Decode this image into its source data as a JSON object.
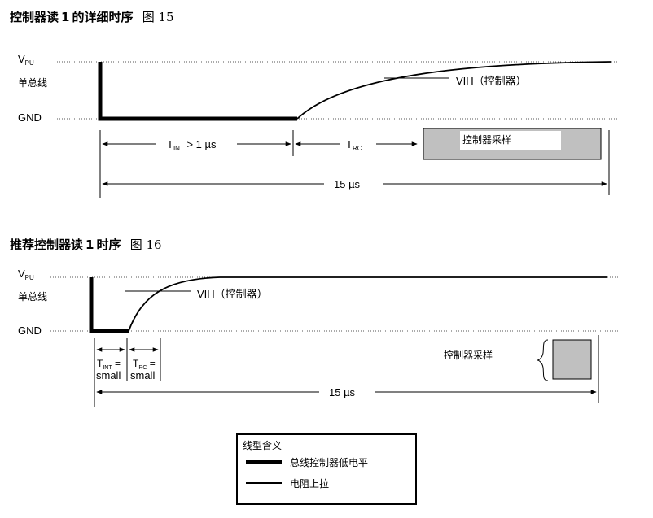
{
  "figure1": {
    "title_prefix": "控制器读",
    "title_num": "1",
    "title_suffix": "的详细时序",
    "figure_label": "图",
    "figure_num": "15",
    "vpu_label": "V",
    "vpu_sub": "PU",
    "bus_label": "单总线",
    "gnd_label": "GND",
    "vih_label": "VIH（控制器）",
    "tint_label": "T",
    "tint_sub": "INT",
    "tint_cond": " > 1 µs",
    "trc_label": "T",
    "trc_sub": "RC",
    "sample_label": "控制器采样",
    "total_label": "15 µs"
  },
  "figure2": {
    "title_prefix": "推荐控制器读",
    "title_num": "1",
    "title_suffix": "时序",
    "figure_label": "图",
    "figure_num": "16",
    "vpu_label": "V",
    "vpu_sub": "PU",
    "bus_label": "单总线",
    "gnd_label": "GND",
    "vih_label": "VIH（控制器）",
    "tint_label": "T",
    "tint_sub": "INT",
    "tint_eq": " =",
    "tint_val": "small",
    "trc_label": "T",
    "trc_sub": "RC",
    "trc_eq": " =",
    "trc_val": "small",
    "sample_label": "控制器采样",
    "total_label": "15 µs"
  },
  "legend": {
    "title": "线型含义",
    "items": [
      {
        "label": "总线控制器低电平",
        "style": "thick"
      },
      {
        "label": "电阻上拉",
        "style": "thin"
      }
    ]
  },
  "colors": {
    "line": "#000000",
    "sample_fill": "#c0c0c0",
    "dotted": "#555555"
  }
}
